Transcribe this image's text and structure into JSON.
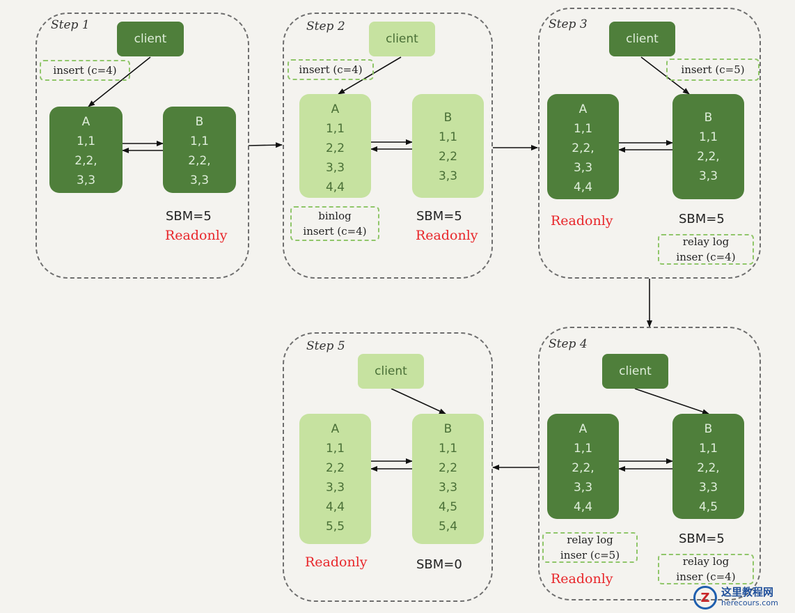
{
  "steps": [
    {
      "label": "Step 1",
      "client": "client",
      "client_note": "insert (c=4)",
      "db_a": {
        "name": "A",
        "rows": [
          "1,1",
          "2,2,",
          "3,3"
        ]
      },
      "db_b": {
        "name": "B",
        "rows": [
          "1,1",
          "2,2,",
          "3,3"
        ]
      },
      "sbm": "SBM=5",
      "readonly": "Readonly"
    },
    {
      "label": "Step 2",
      "client": "client",
      "client_note": "insert (c=4)",
      "db_a": {
        "name": "A",
        "rows": [
          "1,1",
          "2,2",
          "3,3",
          "4,4"
        ]
      },
      "db_b": {
        "name": "B",
        "rows": [
          "1,1",
          "2,2",
          "3,3"
        ]
      },
      "log_note": [
        "binlog",
        "insert (c=4)"
      ],
      "sbm": "SBM=5",
      "readonly": "Readonly"
    },
    {
      "label": "Step 3",
      "client": "client",
      "client_note": "insert (c=5)",
      "db_a": {
        "name": "A",
        "rows": [
          "1,1",
          "2,2,",
          "3,3",
          "4,4"
        ]
      },
      "db_b": {
        "name": "B",
        "rows": [
          "1,1",
          "2,2,",
          "3,3"
        ]
      },
      "readonly": "Readonly",
      "sbm": "SBM=5",
      "log_note": [
        "relay log",
        "inser (c=4)"
      ]
    },
    {
      "label": "Step 4",
      "client": "client",
      "db_a": {
        "name": "A",
        "rows": [
          "1,1",
          "2,2,",
          "3,3",
          "4,4"
        ]
      },
      "db_b": {
        "name": "B",
        "rows": [
          "1,1",
          "2,2,",
          "3,3",
          "4,5"
        ]
      },
      "log_note_a": [
        "relay log",
        "inser (c=5)"
      ],
      "readonly": "Readonly",
      "sbm": "SBM=5",
      "log_note_b": [
        "relay log",
        "inser (c=4)"
      ]
    },
    {
      "label": "Step 5",
      "client": "client",
      "db_a": {
        "name": "A",
        "rows": [
          "1,1",
          "2,2",
          "3,3",
          "4,4",
          "5,5"
        ]
      },
      "db_b": {
        "name": "B",
        "rows": [
          "1,1",
          "2,2",
          "3,3",
          "4,5",
          "5,4"
        ]
      },
      "readonly": "Readonly",
      "sbm": "SBM=0"
    }
  ],
  "watermark": {
    "logo": "Z",
    "title": "这里教程网",
    "url": "herecours.com"
  },
  "colors": {
    "dark_green": "#4f7f3b",
    "light_green": "#c6e2a0",
    "readonly_red": "#e8262a",
    "note_border": "#90c66a"
  }
}
